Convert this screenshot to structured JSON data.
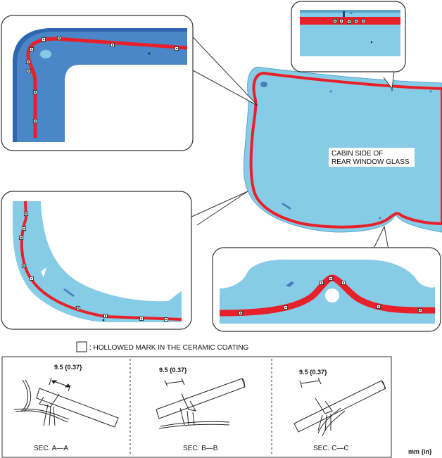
{
  "glass_label_line1": "CABIN SIDE OF",
  "glass_label_line2": "REAR WINDOW GLASS",
  "legend_text": ": HOLLOWED MARK IN THE CERAMIC COATING",
  "sections": [
    {
      "dimension": "9.5 {0.37}",
      "caption": "SEC. A—A"
    },
    {
      "dimension": "9.5 {0.37}",
      "caption": "SEC. B—B"
    },
    {
      "dimension": "9.5 {0.37}",
      "caption": "SEC. C—C"
    }
  ],
  "unit_label": "mm {in}",
  "colors": {
    "glass_light": "#86cce6",
    "glass_dark": "#4a86c8",
    "bead_red": "#e8202a",
    "outline": "#333333"
  }
}
